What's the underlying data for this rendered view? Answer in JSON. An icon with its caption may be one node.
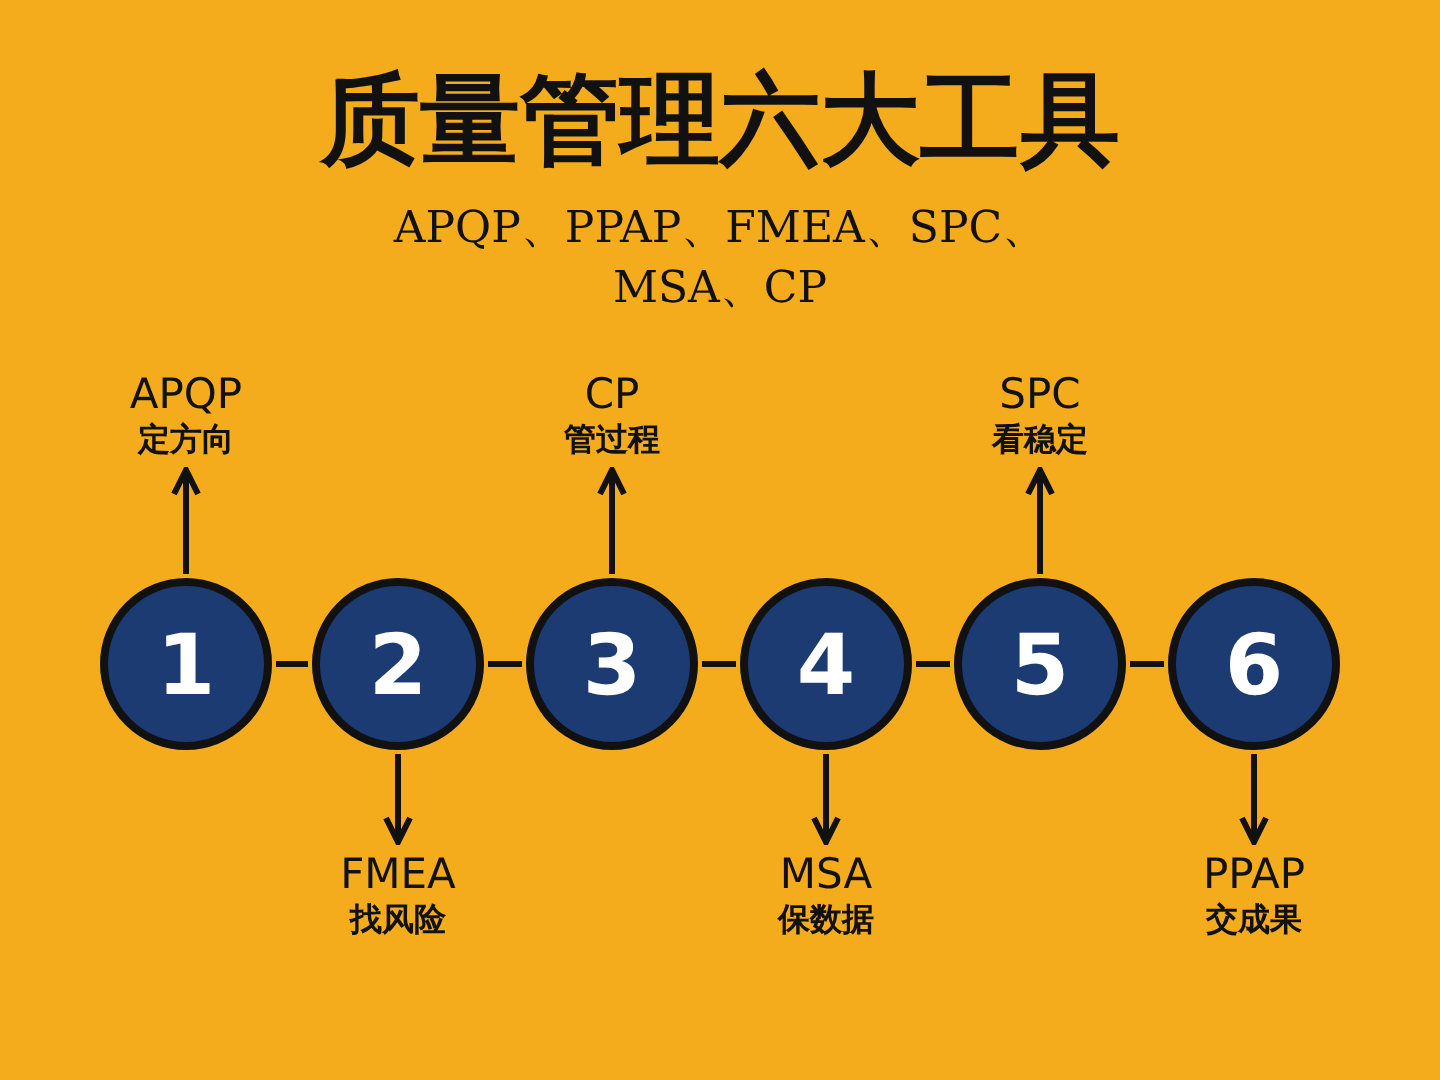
{
  "diagram": {
    "title": "质量管理六大工具",
    "nodes": [
      {
        "text": [
          "1"
        ]
      },
      {
        "text": [
          "2"
        ]
      },
      {
        "text": [
          "3"
        ]
      },
      {
        "text": [
          "4"
        ]
      },
      {
        "text": [
          "5"
        ]
      },
      {
        "text": [
          "6"
        ]
      },
      {
        "text": [
          "APQP",
          "定方向"
        ]
      },
      {
        "text": [
          "FMEA",
          "找风险"
        ]
      },
      {
        "text": [
          "CP",
          "管过程"
        ]
      },
      {
        "text": [
          "MSA",
          "保数据"
        ]
      },
      {
        "text": [
          "SPC",
          "看稳定"
        ]
      },
      {
        "text": [
          "PPAP",
          "交成果"
        ]
      }
    ],
    "edges": [
      {
        "from": 0,
        "to": 1,
        "arrow": "none"
      },
      {
        "from": 1,
        "to": 2,
        "arrow": "none"
      },
      {
        "from": 2,
        "to": 3,
        "arrow": "none"
      },
      {
        "from": 3,
        "to": 4,
        "arrow": "none"
      },
      {
        "from": 4,
        "to": 5,
        "arrow": "none"
      },
      {
        "from": 0,
        "to": 6,
        "arrow": "to"
      },
      {
        "from": 1,
        "to": 7,
        "arrow": "to"
      },
      {
        "from": 2,
        "to": 8,
        "arrow": "to"
      },
      {
        "from": 3,
        "to": 9,
        "arrow": "to"
      },
      {
        "from": 4,
        "to": 10,
        "arrow": "to"
      },
      {
        "from": 5,
        "to": 11,
        "arrow": "to"
      }
    ],
    "labels": [
      "APQP、PPAP、FMEA、SPC、MSA、CP"
    ]
  }
}
